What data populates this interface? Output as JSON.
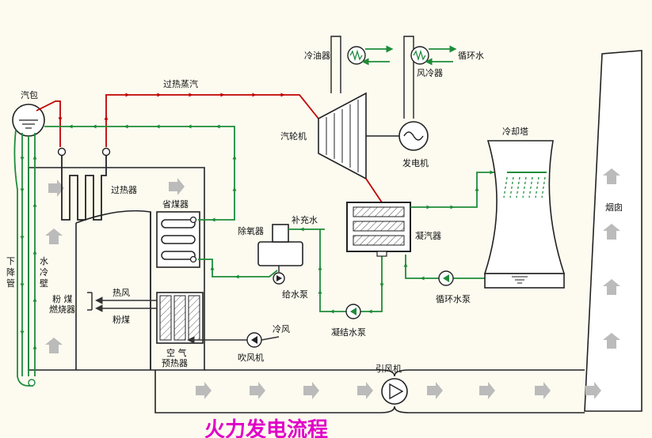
{
  "colors": {
    "background": "#fdfbf0",
    "steam_red": "#c00000",
    "water_green": "#1e8c3a",
    "air_dark": "#333333",
    "flow_arrow": "#bbbbbb",
    "title_magenta": "#e000c8"
  },
  "diagram": {
    "title": "火力发电流程",
    "labels": {
      "drum": "汽包",
      "superheated_steam": "过热蒸汽",
      "oil_cooler": "冷油器",
      "circulating_water": "循环水",
      "air_cooler": "风冷器",
      "turbine": "汽轮机",
      "generator": "发电机",
      "cooling_tower": "冷却塔",
      "chimney": "烟囱",
      "superheater": "过热器",
      "economizer": "省煤器",
      "makeup_water": "补充水",
      "deaerator": "除氧器",
      "condenser": "凝汽器",
      "downcomer": "下降管",
      "water_wall": "水冷壁",
      "hot_air": "热风",
      "pulverized_coal": "粉煤",
      "burner": "粉 煤燃烧器",
      "feed_pump": "给水泵",
      "condensate_pump": "凝结水泵",
      "circ_pump": "循环水泵",
      "cold_air": "冷风",
      "blower": "吹风机",
      "air_preheater": "空 气预热器",
      "induced_fan": "引风机"
    }
  }
}
